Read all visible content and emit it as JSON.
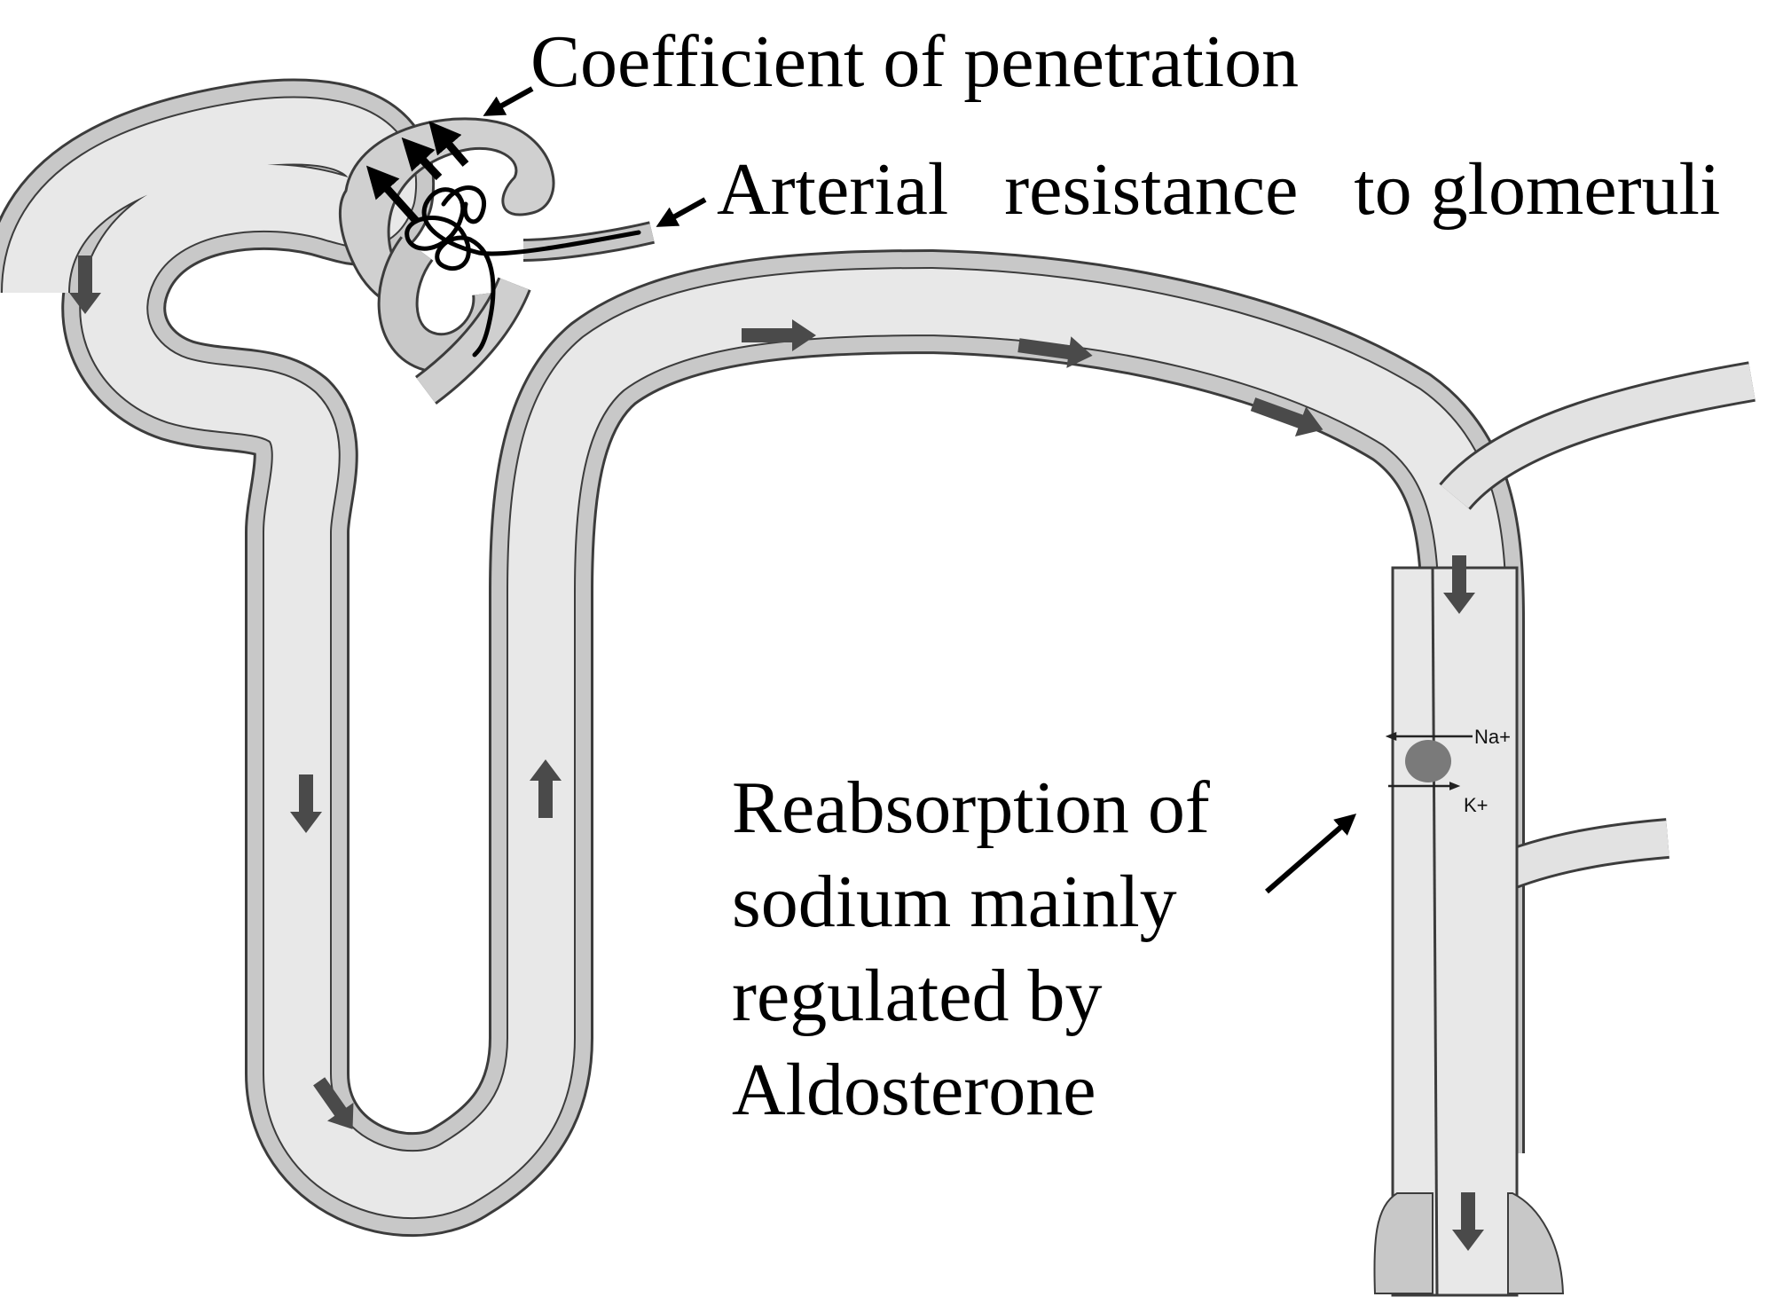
{
  "labels": {
    "coefficient": "Coefficient of penetration",
    "arterial_resistance": "Arterial   resistance   to glomeruli",
    "reabsorption_line1": "Reabsorption of",
    "reabsorption_line2": "sodium mainly",
    "reabsorption_line3": "regulated by",
    "reabsorption_line4": "Aldosterone",
    "na_ion": "Na+",
    "k_ion": "K+"
  },
  "colors": {
    "tube_wall": "#c8c8c8",
    "tube_lumen": "#e8e8e8",
    "outline": "#3c3c3c",
    "flow_arrow": "#4a4a4a",
    "pump": "#7a7a7a"
  }
}
